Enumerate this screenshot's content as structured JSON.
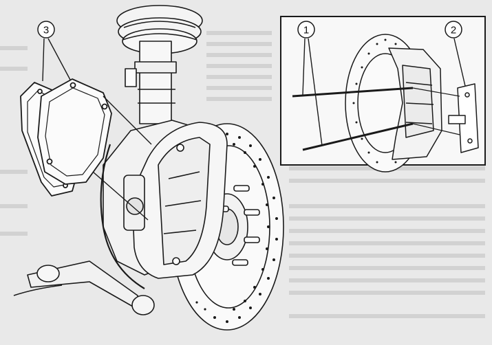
{
  "callouts": {
    "c1": "1",
    "c2": "2",
    "c3": "3"
  },
  "colors": {
    "background": "#e9e9e9",
    "ink": "#1a1a1a",
    "inset_fill": "#f4f4f4"
  }
}
